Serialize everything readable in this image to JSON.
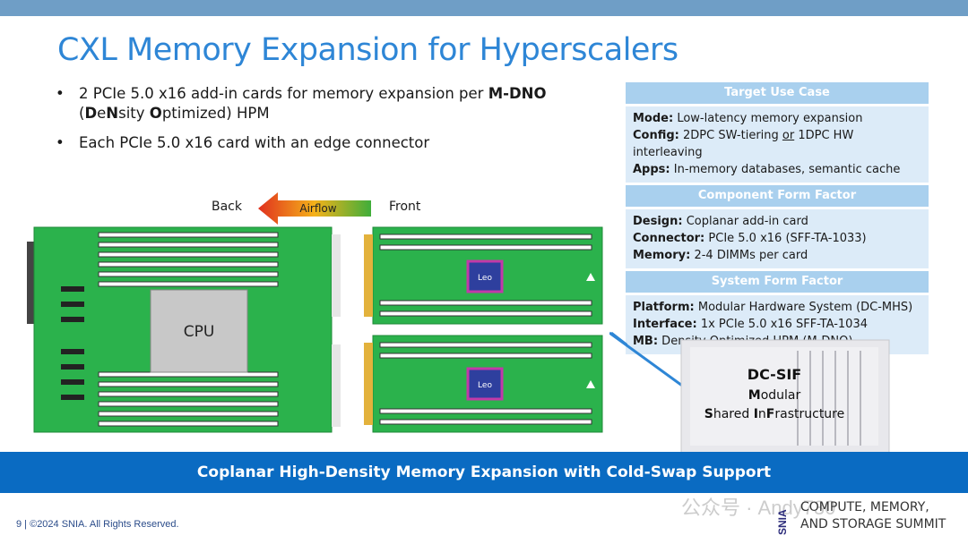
{
  "slide": {
    "title": "CXL Memory Expansion for Hyperscalers",
    "bullets": [
      {
        "pre": "2 PCIe 5.0 x16 add-in cards for memory expansion per ",
        "bold": "M-DNO",
        "line2_parts": [
          "(",
          "D",
          "e",
          "N",
          "sity ",
          "O",
          "ptimized) HPM"
        ]
      },
      {
        "text": "Each PCIe 5.0 x16 card with an edge connector"
      }
    ],
    "banner": "Coplanar High-Density Memory Expansion with Cold-Swap Support",
    "footer": "9 | ©2024 SNIA. All Rights Reserved."
  },
  "table": {
    "sections": [
      {
        "header": "Target Use Case",
        "rows": [
          {
            "key": "Mode:",
            "value": " Low-latency memory expansion"
          },
          {
            "key": "Config:",
            "value_pre": " 2DPC SW-tiering ",
            "value_u": "or",
            "value_post": " 1DPC HW interleaving"
          },
          {
            "key": "Apps:",
            "value": " In-memory databases, semantic cache"
          }
        ]
      },
      {
        "header": "Component Form Factor",
        "rows": [
          {
            "key": "Design:",
            "value": " Coplanar add-in card"
          },
          {
            "key": "Connector:",
            "value": " PCIe 5.0 x16 (SFF-TA-1033)"
          },
          {
            "key": "Memory:",
            "value": " 2-4 DIMMs per card"
          }
        ]
      },
      {
        "header": "System Form Factor",
        "rows": [
          {
            "key": "Platform:",
            "value": " Modular Hardware System (DC-MHS)"
          },
          {
            "key": "Interface:",
            "value": " 1x PCIe 5.0 x16 SFF-TA-1034"
          },
          {
            "key": "MB:",
            "value": " Density Optimized HPM (M-DNO)"
          }
        ]
      }
    ]
  },
  "diagram": {
    "back_label": "Back",
    "front_label": "Front",
    "airflow_label": "Airflow",
    "cpu_label": "CPU",
    "chip_label": "Leo",
    "dcsif_title": "DC-SIF",
    "dcsif_line1": [
      "M",
      "odular"
    ],
    "dcsif_line2": [
      "S",
      "hared ",
      "I",
      "n",
      "F",
      "rastructure"
    ]
  },
  "branding": {
    "summit_line1": "COMPUTE, MEMORY,",
    "summit_line2": "AND STORAGE SUMMIT",
    "snia": "SNIA",
    "watermark": "公众号 · Andy730"
  },
  "colors": {
    "title": "#2e86d6",
    "banner": "#0a6bc2",
    "table_header": "#a9d0ee",
    "table_body": "#dcebf8",
    "board": "#2bb24c",
    "chip": "#2e3f9e"
  }
}
